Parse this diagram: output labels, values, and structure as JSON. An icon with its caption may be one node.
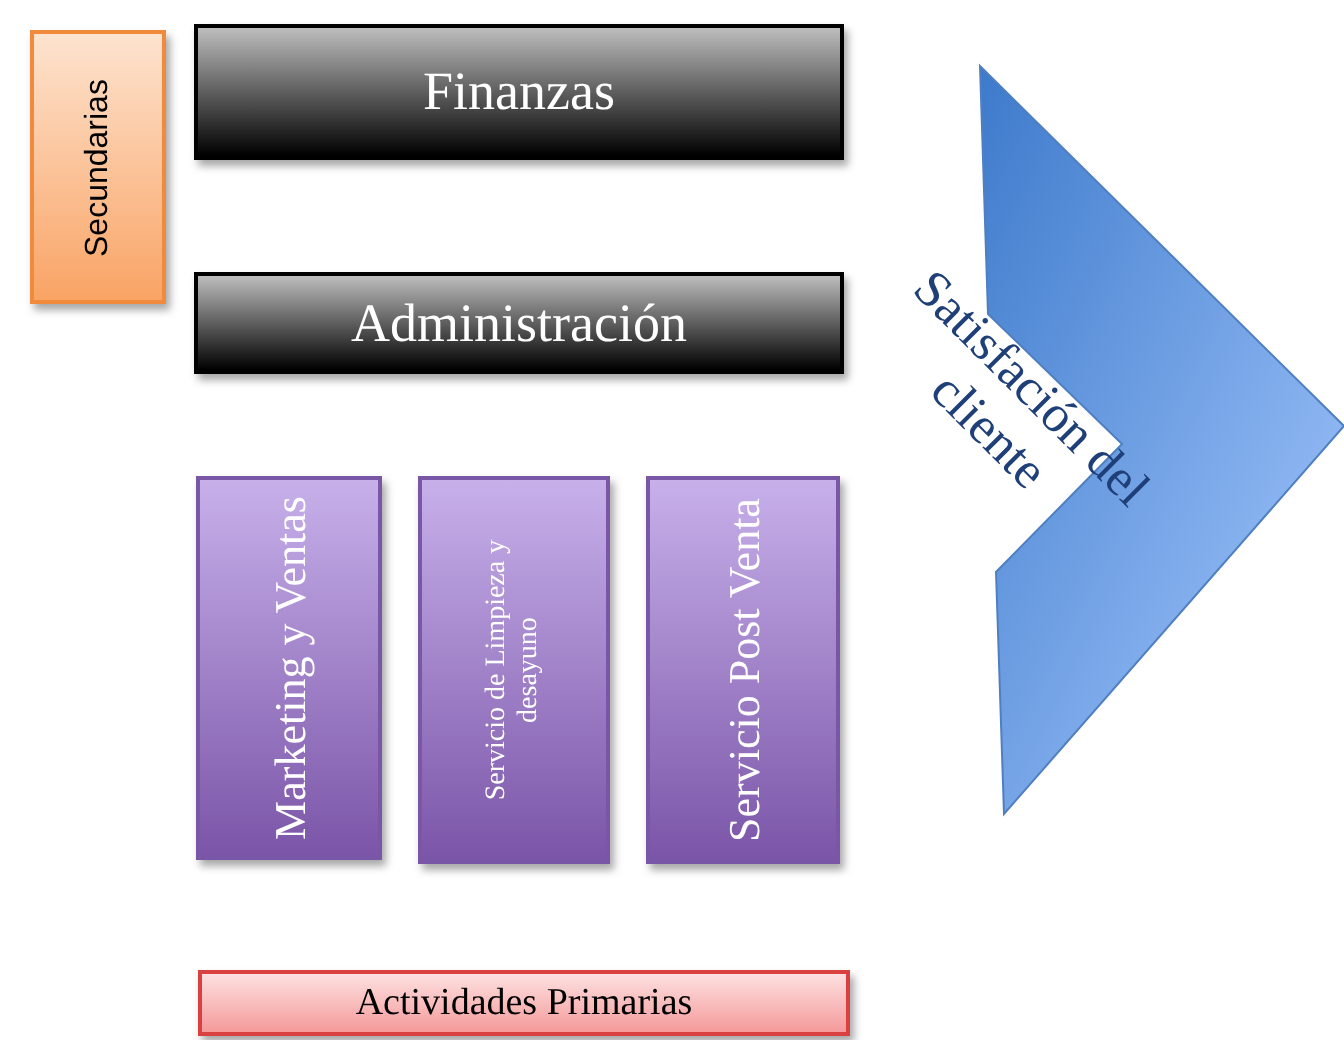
{
  "diagram": {
    "nodes": [
      {
        "text": [
          "Secundarias"
        ]
      },
      {
        "text": [
          "Finanzas"
        ]
      },
      {
        "text": [
          "Administración"
        ]
      },
      {
        "text": [
          "Marketing y Ventas"
        ]
      },
      {
        "text": [
          "Servicio de Limpieza y desayuno"
        ]
      },
      {
        "text": [
          "Servicio Post Venta"
        ]
      },
      {
        "text": [
          "Actividades Primarias"
        ]
      },
      {
        "text": [
          "Satisfación del cliente"
        ]
      }
    ]
  }
}
